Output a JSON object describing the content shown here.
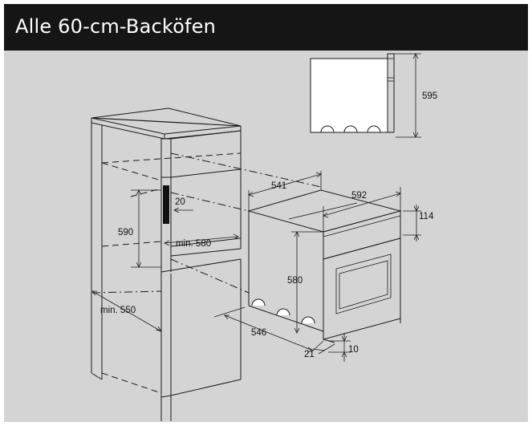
{
  "header": {
    "title": "Alle 60-cm-Backöfen"
  },
  "dimensions": {
    "top_height": "595",
    "oven_depth": "541",
    "oven_width": "592",
    "panel_height": "114",
    "vent_gap": "20",
    "niche_height": "590",
    "niche_width": "min. 580",
    "oven_height": "580",
    "cabinet_depth": "min. 550",
    "body_depth": "546",
    "front_offset": "21",
    "bottom_gap": "10"
  },
  "colors": {
    "header_bg": "#151515",
    "panel_bg": "#d4d4d4",
    "line": "#1a1a1a"
  }
}
